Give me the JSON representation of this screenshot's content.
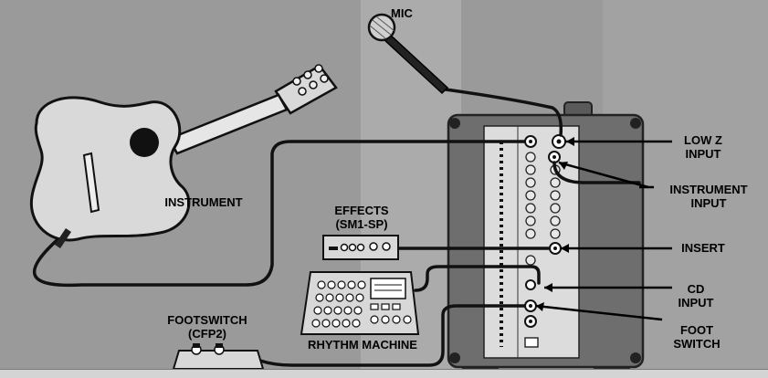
{
  "labels": {
    "mic": "MIC",
    "instrument": "INSTRUMENT",
    "effects": "EFFECTS",
    "effects_model": "(SM1-SP)",
    "footswitch": "FOOTSWITCH",
    "footswitch_model": "(CFP2)",
    "rhythm_machine": "RHYTHM MACHINE",
    "low_z_input_1": "LOW Z",
    "low_z_input_2": "INPUT",
    "instrument_input_1": "INSTRUMENT",
    "instrument_input_2": "INPUT",
    "insert": "INSERT",
    "cd_input_1": "CD",
    "cd_input_2": "INPUT",
    "foot_switch_1": "FOOT",
    "foot_switch_2": "SWITCH"
  },
  "colors": {
    "background": "#9a9a9a",
    "amp_body": "#6e6e6e",
    "amp_panel": "#dcdcdc",
    "device": "#d8d8d8",
    "cable": "#111111",
    "guitar_body": "#d9d9d9"
  }
}
